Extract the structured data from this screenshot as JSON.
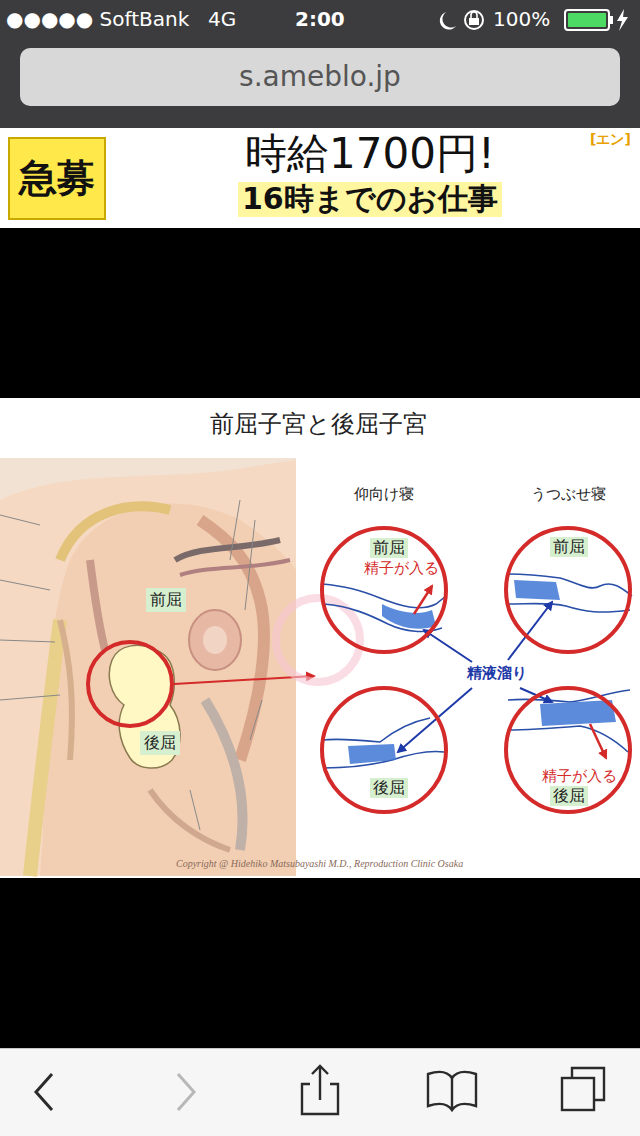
{
  "diagram": {
    "title": "前屈子宮と後屈子宮",
    "nodes": [
      {
        "text": [
          "s.ameblo.jp"
        ]
      },
      {
        "text": [
          "急募"
        ]
      },
      {
        "text": [
          "前屈"
        ]
      },
      {
        "text": [
          "後屈"
        ]
      },
      {
        "text": [
          "前屈",
          "精子が入る"
        ]
      },
      {
        "text": [
          "前屈"
        ]
      },
      {
        "text": [
          "後屈"
        ]
      },
      {
        "text": [
          "精子が入る",
          "後屈"
        ]
      }
    ],
    "labels": [
      "●●●●● SoftBank",
      "4G",
      "2:00",
      "100%",
      "時給1700円!",
      "16時までのお仕事",
      "[エン]",
      "仰向け寝",
      "うつぶせ寝",
      "精液溜り",
      "Copyright @ Hidehiko Matsubayashi M.D., Reproduction Clinic Osaka"
    ]
  }
}
